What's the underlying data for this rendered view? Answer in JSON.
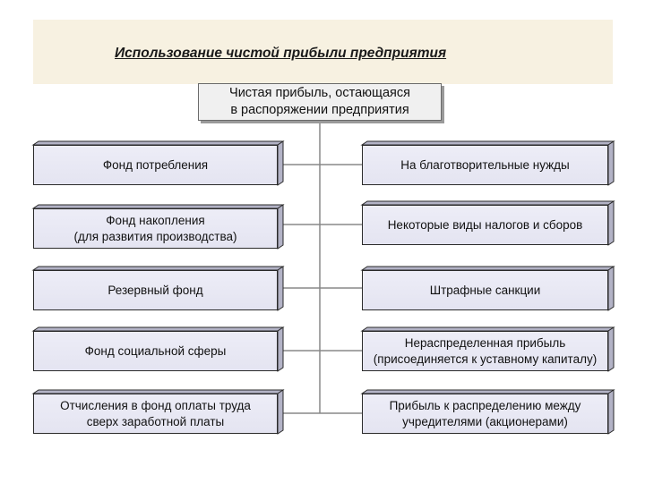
{
  "title": "Использование чистой прибыли предприятия",
  "root": "Чистая прибыль, остающаяся\nв распоряжении предприятия",
  "left_items": [
    "Фонд потребления",
    "Фонд накопления\n(для развития производства)",
    "Резервный фонд",
    "Фонд социальной сферы",
    "Отчисления в фонд оплаты труда\nсверх заработной платы"
  ],
  "right_items": [
    "На благотворительные нужды",
    "Некоторые виды налогов и сборов",
    "Штрафные санкции",
    "Нераспределенная прибыль\n(присоединяется к уставному капиталу)",
    "Прибыль к распределению между\nучредителями (акционерами)"
  ],
  "colors": {
    "title_band": "#f7f1e1",
    "box_fill": "#e8e8f4",
    "box_depth": "#9c9cae",
    "connector": "#888888"
  }
}
